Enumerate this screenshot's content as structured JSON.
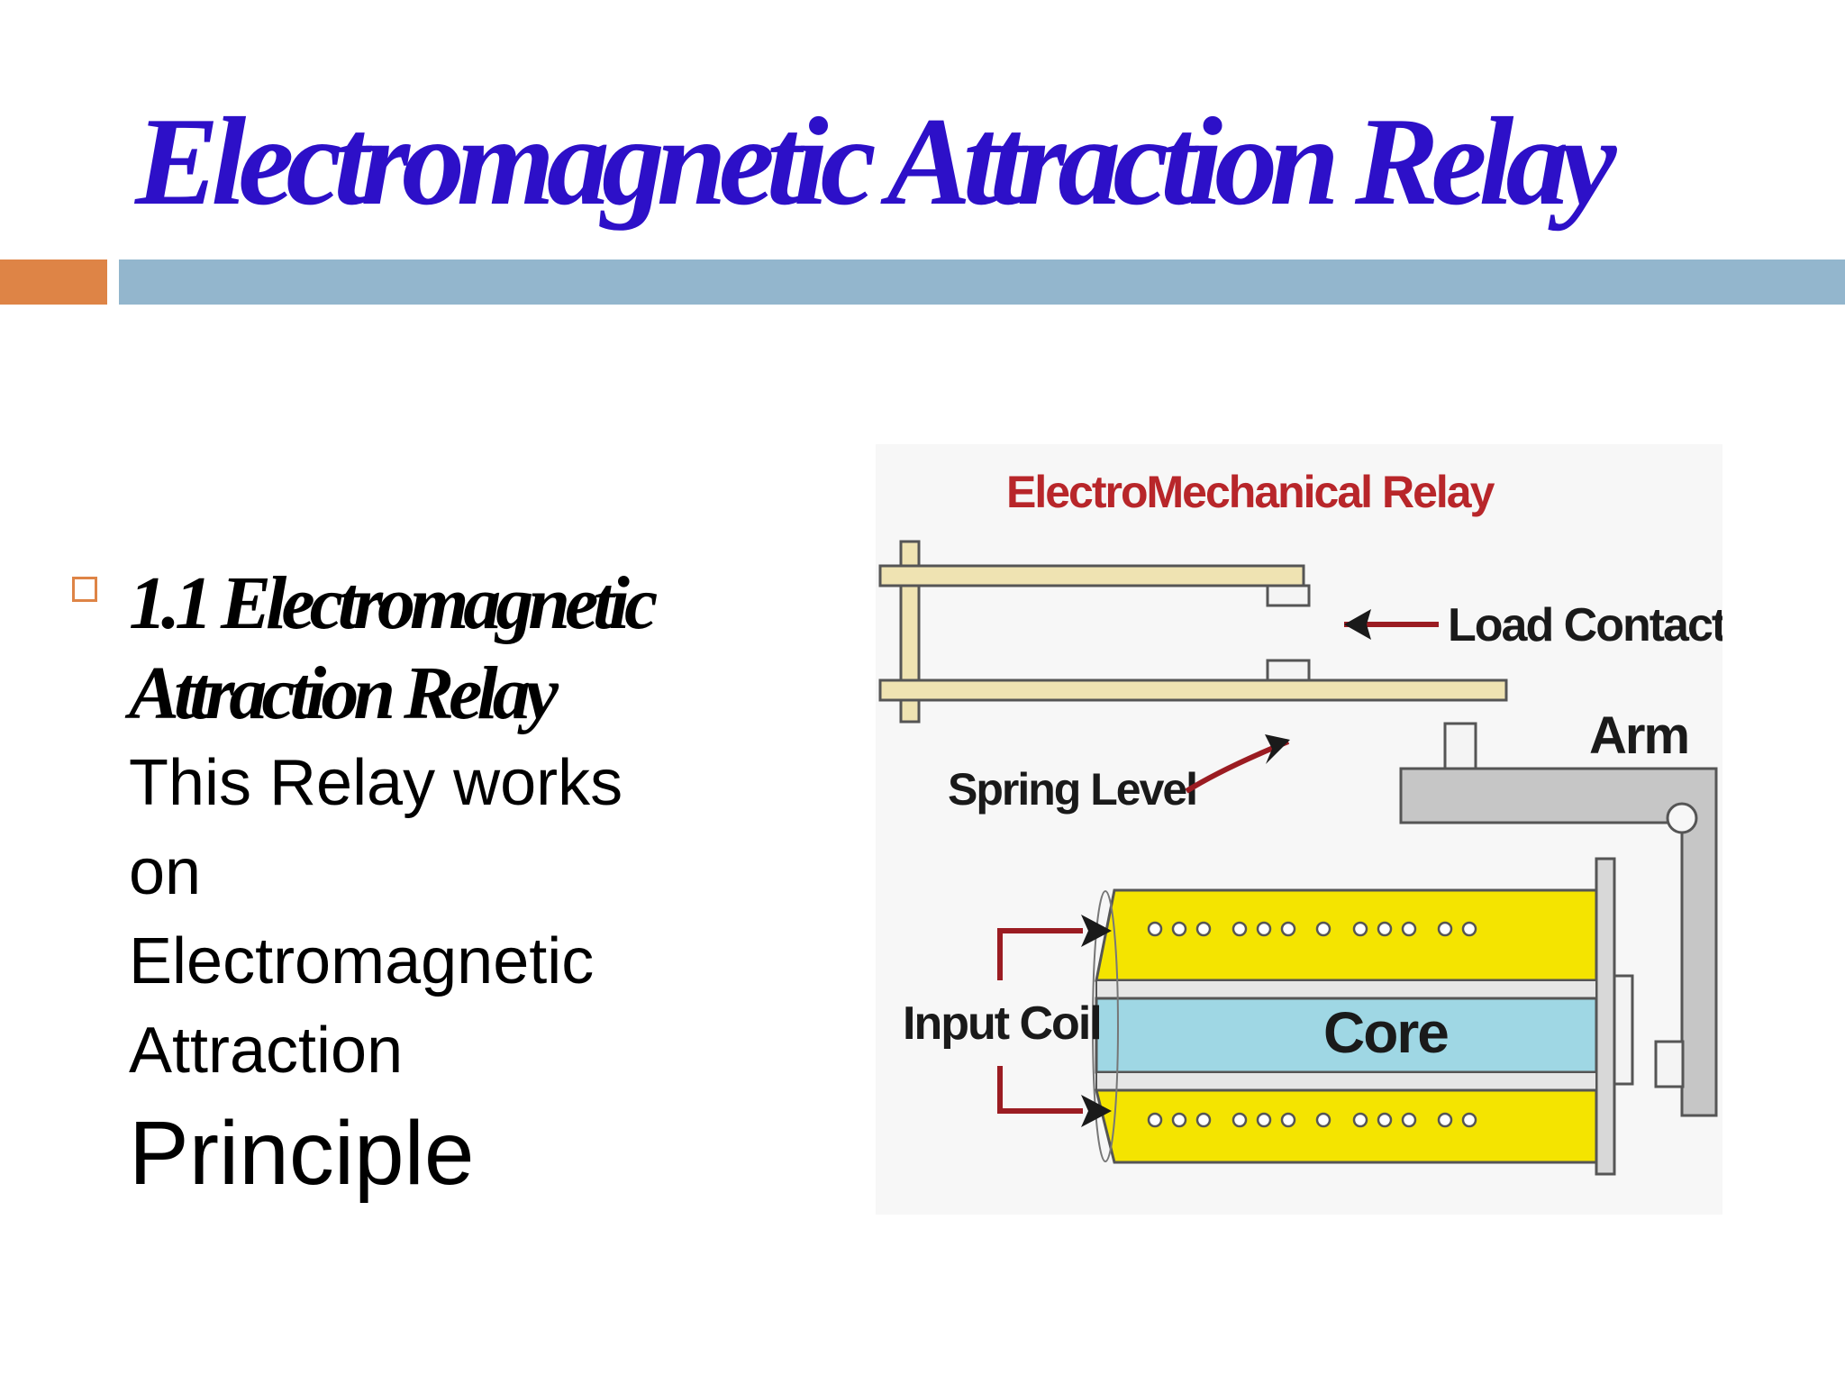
{
  "slide": {
    "title": "Electromagnetic Attraction Relay"
  },
  "bullet": {
    "subheading_lines": [
      "1.1 Electromagnetic",
      "Attraction Relay"
    ],
    "body_lines": [
      "This Relay works",
      "on",
      "Electromagnetic",
      "Attraction"
    ],
    "body_last_line": "Principle"
  },
  "diagram": {
    "title": "ElectroMechanical Relay",
    "labels": {
      "load_contact": "Load Contact",
      "arm": "Arm",
      "spring_level": "Spring Level",
      "input_coil": "Input Coil",
      "core": "Core"
    }
  },
  "colors": {
    "title": "#2d10c8",
    "accent_orange": "#de8446",
    "accent_blue": "#93b6cd",
    "diagram_title": "#b8262a",
    "coil_yellow": "#f4e400",
    "core_blue": "#9fd7e4",
    "spring_beige": "#efe3b2",
    "arm_gray": "#c6c6c6",
    "arrow_red": "#9b1c22"
  }
}
